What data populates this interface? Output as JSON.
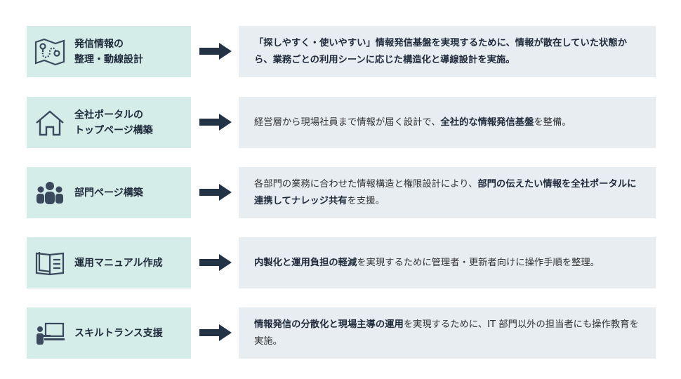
{
  "rows": [
    {
      "title": "発信情報の\n整理・動線設計",
      "icon": "map-route-icon",
      "segments": [
        {
          "text": "「探しやすく・使いやすい」情報発信基盤を実現するために、情報が散在していた状態から、業務ごとの利用シーンに応じた構造化と導線設計を実施。",
          "bold": true
        }
      ]
    },
    {
      "title": "全社ポータルの\nトップページ構築",
      "icon": "house-icon",
      "segments": [
        {
          "text": "経営層から現場社員まで情報が届く設計で、",
          "bold": false
        },
        {
          "text": "全社的な情報発信基盤",
          "bold": true
        },
        {
          "text": "を整備。",
          "bold": false
        }
      ]
    },
    {
      "title": "部門ページ構築",
      "icon": "team-icon",
      "segments": [
        {
          "text": "各部門の業務に合わせた情報構造と権限設計により、",
          "bold": false
        },
        {
          "text": "部門の伝えたい情報を全社ポータルに連携してナレッジ共有",
          "bold": true
        },
        {
          "text": "を支援。",
          "bold": false
        }
      ]
    },
    {
      "title": "運用マニュアル作成",
      "icon": "manual-book-icon",
      "segments": [
        {
          "text": "内製化と運用負担の軽減",
          "bold": true
        },
        {
          "text": "を実現するために管理者・更新者向けに操作手順を整理。",
          "bold": false
        }
      ]
    },
    {
      "title": "スキルトランス支援",
      "icon": "presentation-icon",
      "segments": [
        {
          "text": "情報発信の分散化と現場主導の運用",
          "bold": true
        },
        {
          "text": "を実現するために、IT 部門以外の担当者にも操作教育を実施。",
          "bold": false
        }
      ]
    }
  ],
  "colors": {
    "left_bg": "#d4ede9",
    "right_bg": "#e8edf2",
    "arrow": "#243246",
    "icon": "#3a4a5c"
  }
}
